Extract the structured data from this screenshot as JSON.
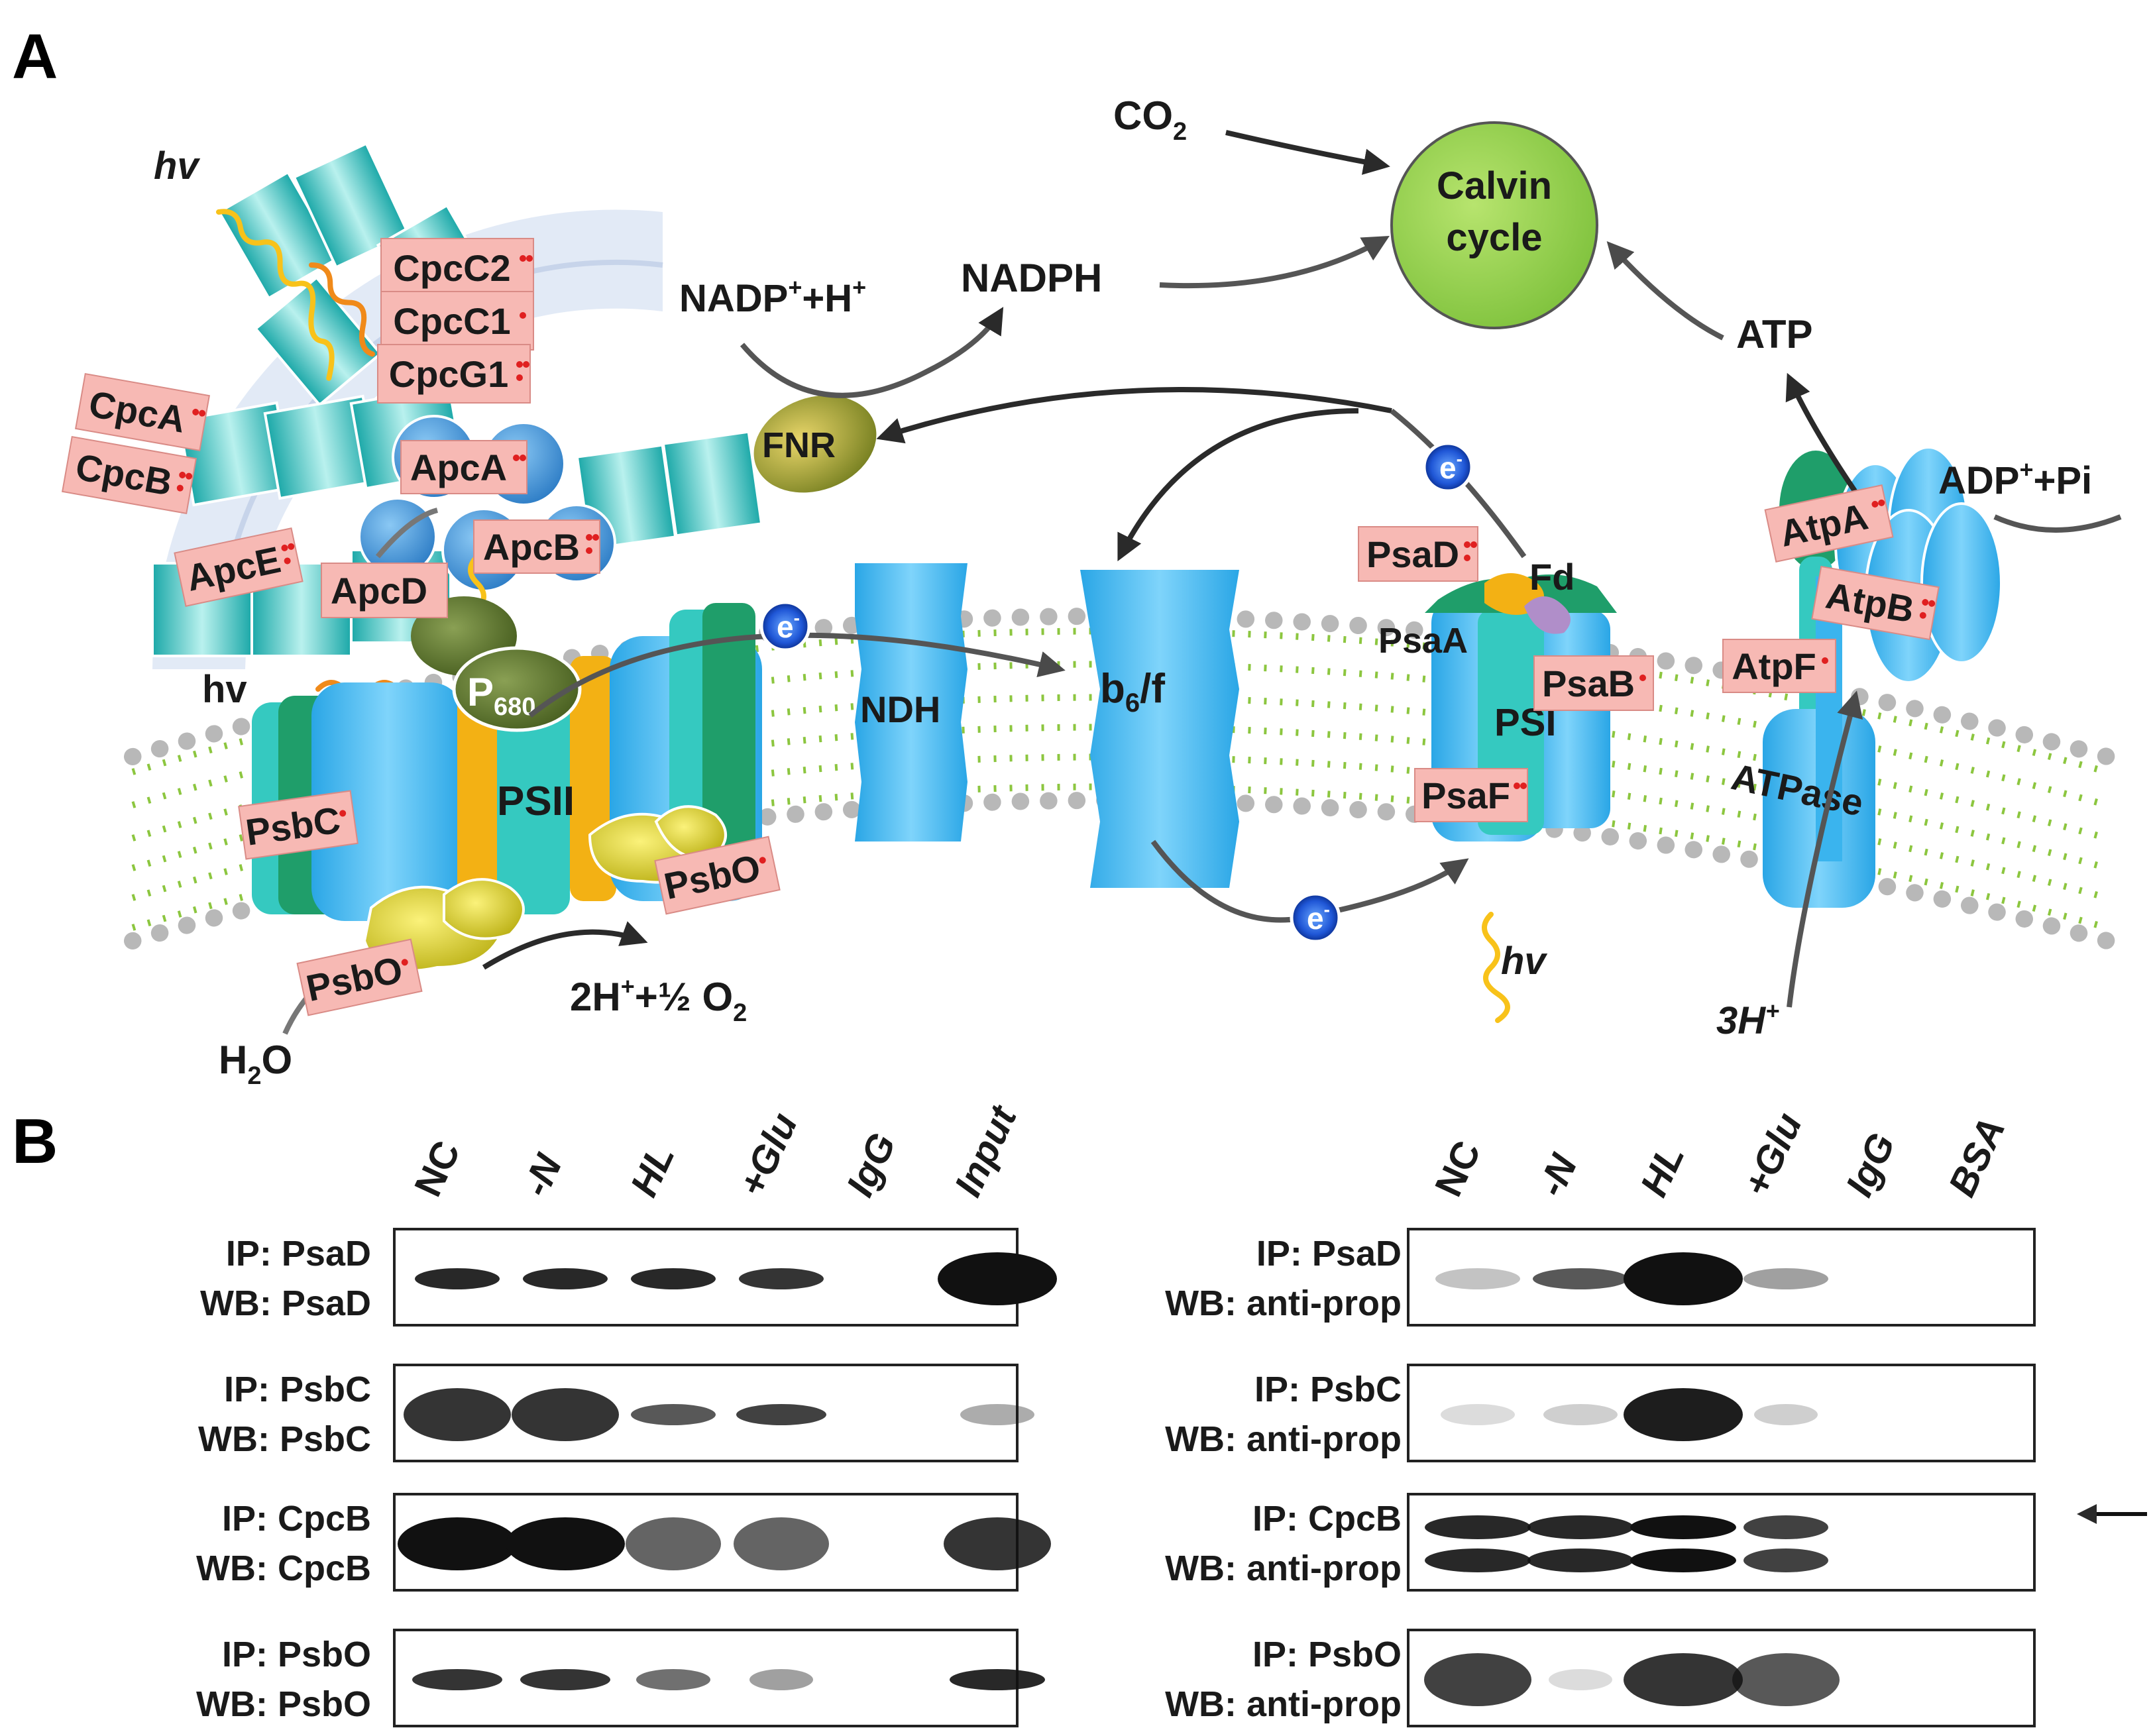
{
  "panel_a": {
    "letter": "A",
    "hv_top": "hv",
    "hv_left": "hv",
    "hv_bottom": "hv",
    "phycobilisome_labels": [
      "CpcC2",
      "CpcC1",
      "CpcG1",
      "CpcA",
      "CpcB",
      "ApcA",
      "ApcB",
      "ApcE",
      "ApcD"
    ],
    "p680": "P",
    "p680_sub": "680",
    "psii": "PSII",
    "psbc": "PsbC",
    "psbo_a": "PsbO",
    "psbo_b": "PsbO",
    "h2o": "H",
    "h2o_sub": "2",
    "h2o_o": "O",
    "water_products": "2H",
    "water_products_sup": "+",
    "water_products_tail": "+½ O",
    "water_products_sub": "2",
    "fnr": "FNR",
    "nadp": "NADP",
    "nadp_sup": "+",
    "nadp_tail": "+H",
    "nadp_sup2": "+",
    "nadph": "NADPH",
    "co2": "CO",
    "co2_sub": "2",
    "calvin_line1": "Calvin",
    "calvin_line2": "cycle",
    "atp": "ATP",
    "adp": "ADP",
    "adp_sup": "+",
    "adp_tail": "+Pi",
    "electron": "e",
    "electron_sup": "-",
    "ndh": "NDH",
    "b6f": "b",
    "b6f_sub": "6",
    "b6f_tail": "/f",
    "psad": "PsaD",
    "fd": "Fd",
    "psaa": "PsaA",
    "psab": "PsaB",
    "psi": "PSI",
    "psaf": "PsaF",
    "atpa": "AtpA",
    "atpb": "AtpB",
    "atpf": "AtpF",
    "atpase": "ATPase",
    "protons": "3H",
    "protons_sup": "+",
    "colors": {
      "membrane_green": "#8cc63f",
      "complex_blue": "#3ab4ee",
      "teal": "#35c9c0",
      "dark_green": "#1f9e6a",
      "yellow": "#e8dc1a",
      "calvin_green": "#8fcf4a",
      "label_pink": "#f7b9b4",
      "dot_red": "#e02020"
    }
  },
  "panel_b": {
    "letter": "B",
    "left": {
      "lanes": [
        "NC",
        "-N",
        "HL",
        "+Glu",
        "IgG",
        "Input"
      ],
      "rows": [
        {
          "ip": "IP: PsaD",
          "wb": "WB: PsaD"
        },
        {
          "ip": "IP: PsbC",
          "wb": "WB: PsbC"
        },
        {
          "ip": "IP: CpcB",
          "wb": "WB: CpcB"
        },
        {
          "ip": "IP: PsbO",
          "wb": "WB: PsbO"
        }
      ]
    },
    "right": {
      "lanes": [
        "NC",
        "-N",
        "HL",
        "+Glu",
        "IgG",
        "BSA"
      ],
      "rows": [
        {
          "ip": "IP: PsaD",
          "wb": "WB: anti-prop"
        },
        {
          "ip": "IP: PsbC",
          "wb": "WB: anti-prop"
        },
        {
          "ip": "IP: CpcB",
          "wb": "WB: anti-prop"
        },
        {
          "ip": "IP: PsbO",
          "wb": "WB: anti-prop"
        }
      ]
    }
  }
}
